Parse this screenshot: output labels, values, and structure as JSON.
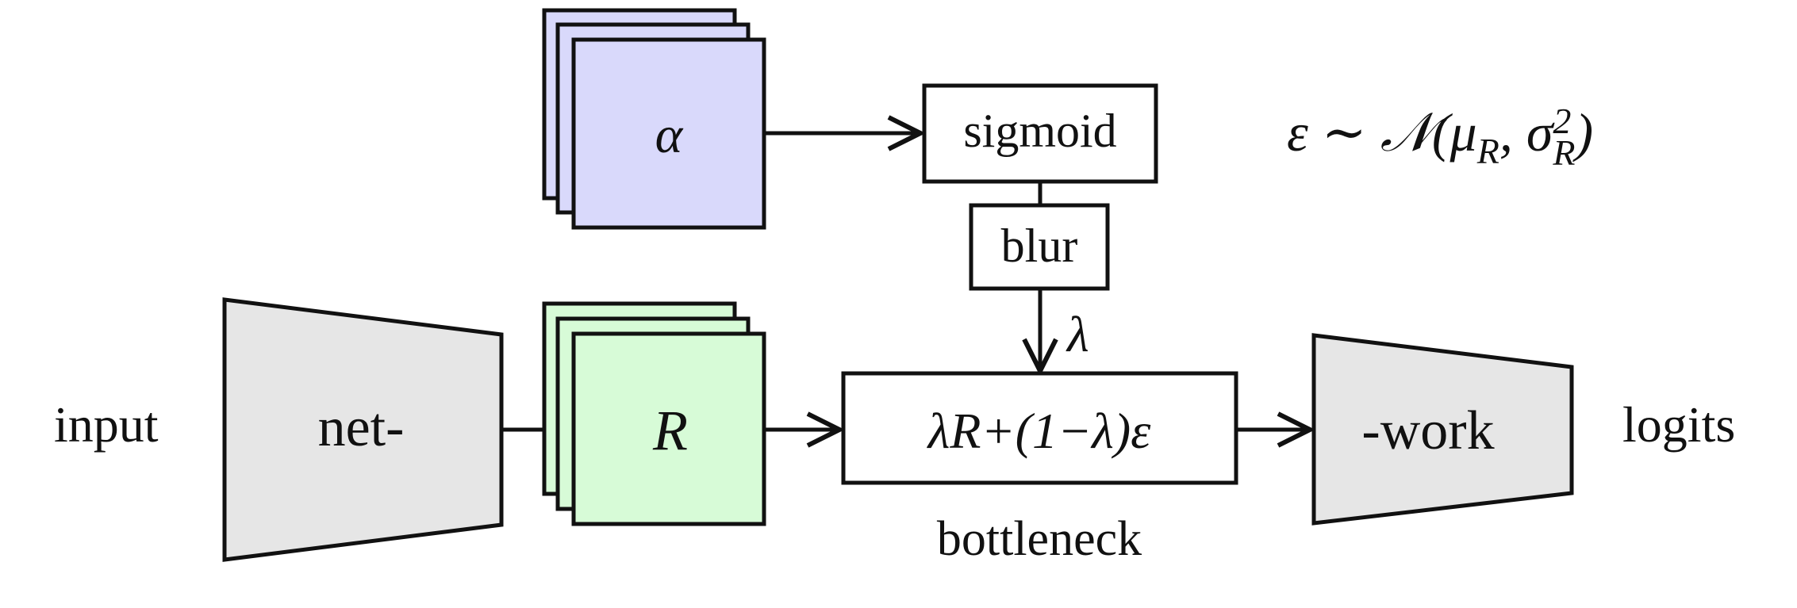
{
  "diagram": {
    "input_label": "input",
    "encoder_label": "net-",
    "decoder_label": "-work",
    "output_label": "logits",
    "alpha_label": "α",
    "R_label": "R",
    "sigmoid_label": "sigmoid",
    "blur_label": "blur",
    "lambda_label": "λ",
    "bottleneck_formula": "λR+(1−λ)ε",
    "bottleneck_caption": "bottleneck",
    "noise_formula": "ε ∼ 𝒩(μR, σR²)"
  },
  "colors": {
    "alpha_fill": "#d9d9fb",
    "R_fill": "#d7fbd7",
    "network_fill": "#e6e6e6",
    "stroke": "#111111"
  }
}
